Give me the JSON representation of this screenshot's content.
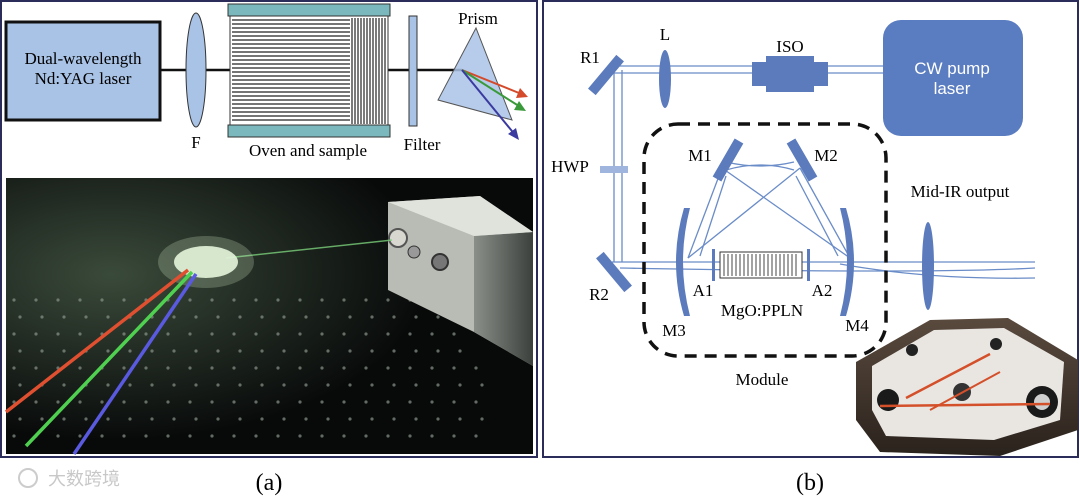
{
  "panel_a": {
    "laser_label_line1": "Dual-wavelength",
    "laser_label_line2": "Nd:YAG laser",
    "lens_label": "F",
    "oven_label": "Oven and sample",
    "filter_label": "Filter",
    "prism_label": "Prism",
    "caption": "(a)"
  },
  "panel_b": {
    "r1": "R1",
    "l": "L",
    "iso": "ISO",
    "pump_line1": "CW pump",
    "pump_line2": "laser",
    "hwp": "HWP",
    "m1": "M1",
    "m2": "M2",
    "mid_ir": "Mid-IR output",
    "r2": "R2",
    "a1": "A1",
    "a2": "A2",
    "crystal": "MgO:PPLN",
    "m3": "M3",
    "m4": "M4",
    "module": "Module",
    "caption": "(b)"
  },
  "watermark": "大数跨境",
  "colors": {
    "frame": "#2c2c5a",
    "optic_blue": "#5b7bbd",
    "laser_box": "#a9c3e6",
    "pump_box": "#5a7cc0",
    "oven_teal": "#7ab8bd"
  }
}
